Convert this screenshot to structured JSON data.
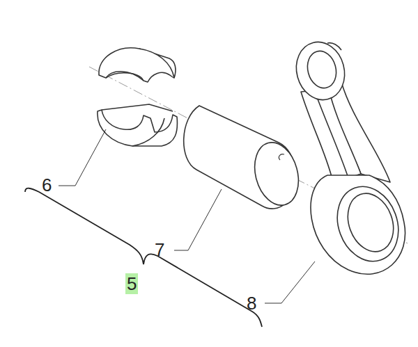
{
  "diagram": {
    "labels": [
      "6",
      "7",
      "5",
      "8"
    ]
  }
}
